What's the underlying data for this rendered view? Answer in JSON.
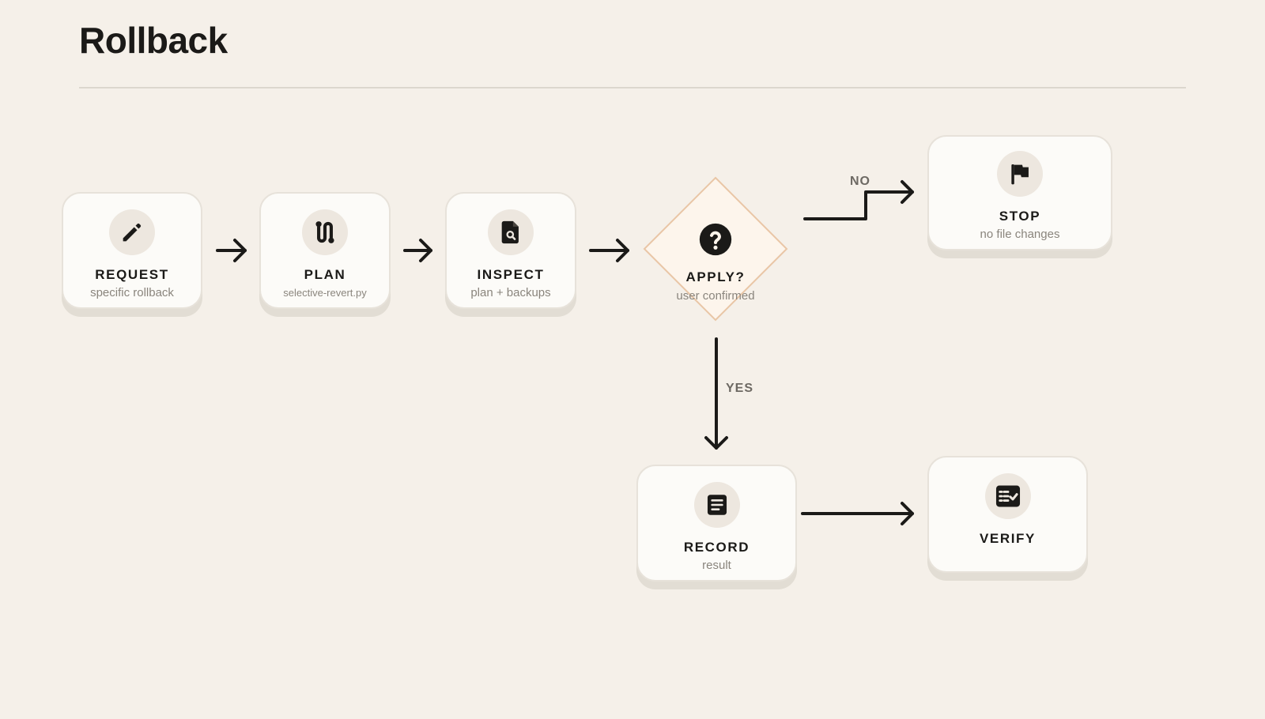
{
  "title": "Rollback",
  "nodes": {
    "request": {
      "label": "REQUEST",
      "sub": "specific rollback",
      "icon": "pencil-icon"
    },
    "plan": {
      "label": "PLAN",
      "sub": "selective-revert.py",
      "icon": "route-icon"
    },
    "inspect": {
      "label": "INSPECT",
      "sub": "plan + backups",
      "icon": "file-search-icon"
    },
    "apply": {
      "label": "APPLY?",
      "sub": "user confirmed",
      "icon": "question-icon"
    },
    "stop": {
      "label": "STOP",
      "sub": "no file changes",
      "icon": "flag-icon"
    },
    "record": {
      "label": "RECORD",
      "sub": "result",
      "icon": "document-icon"
    },
    "verify": {
      "label": "VERIFY",
      "icon": "checklist-icon"
    }
  },
  "edges": {
    "no_label": "NO",
    "yes_label": "YES"
  },
  "colors": {
    "background": "#f5f0e9",
    "card": "#fcfbf8",
    "icon_circle": "#ede7df",
    "decision_fill": "#fdf5ec",
    "decision_border": "#e9c6a6",
    "ink": "#1b1a18",
    "muted": "#8a857d"
  }
}
